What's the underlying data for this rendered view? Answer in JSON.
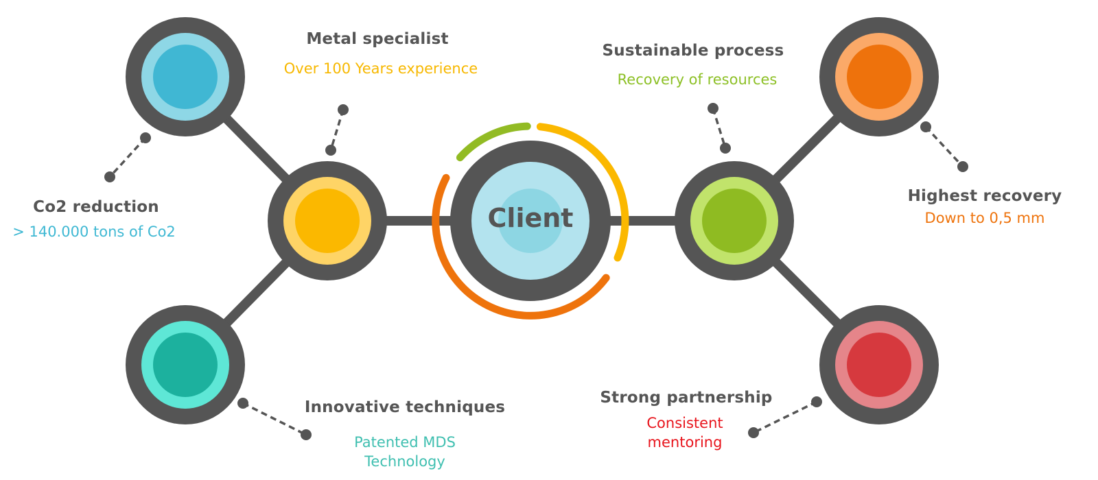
{
  "center": {
    "label": "Client",
    "colors": {
      "ring": "#555555",
      "outer": "#b3e3ee",
      "inner": "#8dd6e3"
    },
    "arcs": [
      {
        "name": "green-arc",
        "color": "#92bb24"
      },
      {
        "name": "yellow-arc",
        "color": "#fbb800"
      },
      {
        "name": "orange-arc",
        "color": "#ee730c"
      }
    ]
  },
  "nodes": [
    {
      "id": "co2",
      "title": "Co2 reduction",
      "subtitle": "> 140.000 tons of Co2",
      "subtitle_color": "#3fb8d3",
      "outer": "#8ed7e6",
      "inner": "#40b7d3"
    },
    {
      "id": "metal",
      "title": "Metal specialist",
      "subtitle": "Over 100 Years experience",
      "subtitle_color": "#f7b800",
      "outer": "#fed466",
      "inner": "#fbb800"
    },
    {
      "id": "innovative",
      "title": "Innovative techniques",
      "subtitle_line1": "Patented MDS",
      "subtitle_line2": "Technology",
      "subtitle_color": "#3fbfb0",
      "outer": "#5ee7d6",
      "inner": "#1cb19e"
    },
    {
      "id": "sustainable",
      "title": "Sustainable process",
      "subtitle": "Recovery of resources",
      "subtitle_color": "#8dc026",
      "outer": "#c1e36b",
      "inner": "#8fbb22"
    },
    {
      "id": "highest",
      "title": "Highest recovery",
      "subtitle": "Down to 0,5 mm",
      "subtitle_color": "#ee730c",
      "outer": "#fba968",
      "inner": "#ee720c"
    },
    {
      "id": "partnership",
      "title": "Strong partnership",
      "subtitle_line1": "Consistent",
      "subtitle_line2": "mentoring",
      "subtitle_color": "#e8141c",
      "outer": "#e5858a",
      "inner": "#d6393e"
    }
  ],
  "connector_color": "#555555"
}
